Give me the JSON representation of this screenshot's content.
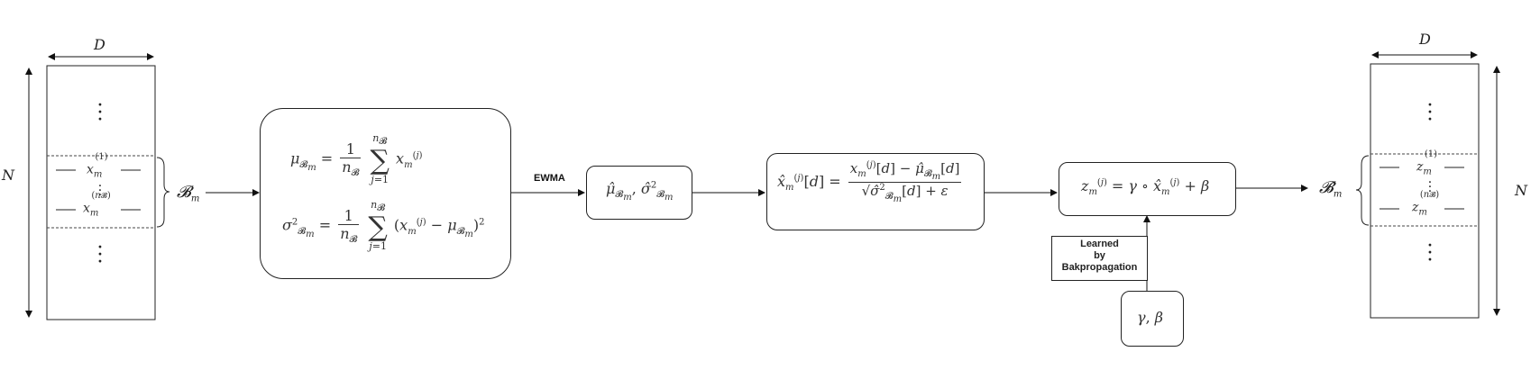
{
  "input_matrix": {
    "width_label": "D",
    "height_label": "N",
    "row_first": "x_m^(1)",
    "row_last": "x_m^(nB)",
    "batch_label": "𝓑m"
  },
  "stats_box": {
    "mean_formula": "μ_Bm = 1/n_B Σ_{j=1}^{n_B} x_m^(j)",
    "var_formula": "σ²_Bm = 1/n_B Σ_{j=1}^{n_B} (x_m^(j) − μ_Bm)²"
  },
  "ewma_label": "EWMA",
  "ewma_box": {
    "formula": "μ̂_Bm, σ̂²_Bm"
  },
  "normalize_box": {
    "formula": "x̂_m^(j)[d] = (x_m^(j)[d] − μ̂_Bm[d]) / √(σ̂²_Bm[d] + ε)"
  },
  "scale_shift_box": {
    "formula": "z_m^(j) = γ ∘ x̂_m^(j) + β"
  },
  "learned_label": {
    "line1": "Learned",
    "line2": "by",
    "line3": "Bakpropagation"
  },
  "params_box": {
    "formula": "γ, β"
  },
  "output_label": "𝓑̂m",
  "output_matrix": {
    "width_label": "D",
    "height_label": "N",
    "row_first": "z_m^(1)",
    "row_last": "z_m^(nB)"
  }
}
